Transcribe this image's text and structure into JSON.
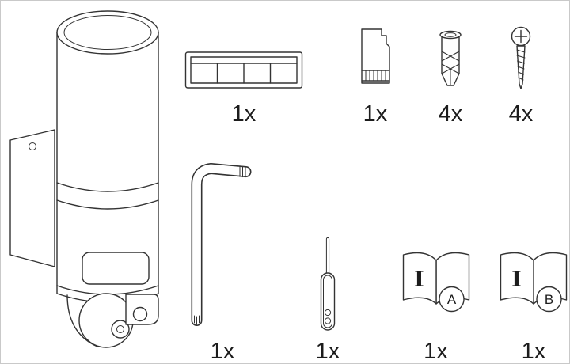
{
  "labels": {
    "cover_plate_qty": "1x",
    "sd_card_qty": "1x",
    "anchor_qty": "4x",
    "screw_qty": "4x",
    "allen_key_qty": "1x",
    "pin_tool_qty": "1x",
    "manual_a_qty": "1x",
    "manual_b_qty": "1x"
  },
  "manuals": {
    "a": {
      "page_letter": "I",
      "badge": "A"
    },
    "b": {
      "page_letter": "I",
      "badge": "B"
    }
  },
  "icons": {
    "device": "wall-mounted-camera-light-illustration",
    "cover_plate": "mounting-plate-icon",
    "sd_card": "microsd-card-icon",
    "anchor": "wall-plug-anchor-icon",
    "screw": "phillips-screw-icon",
    "allen_key": "hex-allen-key-icon",
    "pin_tool": "reset-pin-tool-icon",
    "manual_a": "instruction-booklet-a-icon",
    "manual_b": "instruction-booklet-b-icon"
  },
  "colors": {
    "line": "#333333",
    "background": "#ffffff"
  }
}
